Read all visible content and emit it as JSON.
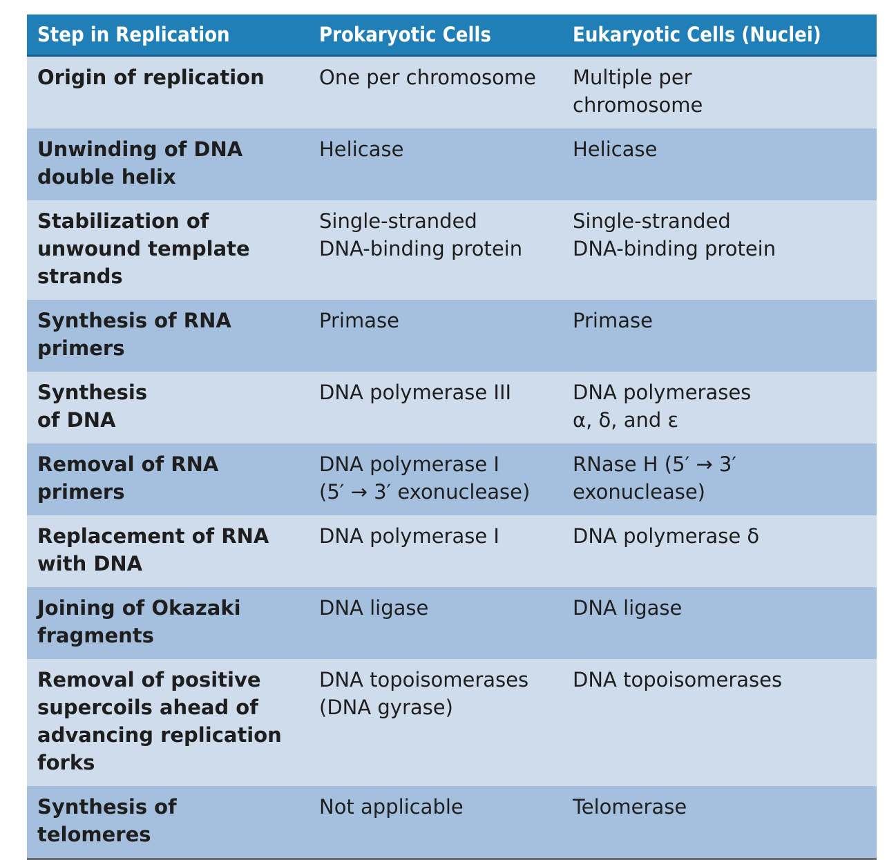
{
  "headers": [
    "Step in Replication",
    "Prokaryotic Cells",
    "Eukaryotic Cells (Nuclei)"
  ],
  "rows": [
    {
      "step": "Origin of replication",
      "prokaryotic": "One per chromosome",
      "eukaryotic": "Multiple per\nchromosome"
    },
    {
      "step": "Unwinding of DNA\ndouble helix",
      "prokaryotic": "Helicase",
      "eukaryotic": "Helicase"
    },
    {
      "step": "Stabilization of\nunwound template\nstrands",
      "prokaryotic": "Single-stranded\nDNA-binding protein",
      "eukaryotic": "Single-stranded\nDNA-binding protein"
    },
    {
      "step": "Synthesis of RNA\nprimers",
      "prokaryotic": "Primase",
      "eukaryotic": "Primase"
    },
    {
      "step": "Synthesis\nof DNA",
      "prokaryotic": "DNA polymerase III",
      "eukaryotic": "DNA polymerases\nα, δ, and ε"
    },
    {
      "step": "Removal of RNA\nprimers",
      "prokaryotic": "DNA polymerase I\n(5′ → 3′ exonuclease)",
      "eukaryotic": "RNase H (5′ → 3′\nexonuclease)"
    },
    {
      "step": "Replacement of RNA\nwith DNA",
      "prokaryotic": "DNA polymerase I",
      "eukaryotic": "DNA polymerase δ"
    },
    {
      "step": "Joining of Okazaki\nfragments",
      "prokaryotic": "DNA ligase",
      "eukaryotic": "DNA ligase"
    },
    {
      "step": "Removal of positive\nsupercoils ahead of\nadvancing replication\nforks",
      "prokaryotic": "DNA topoisomerases\n(DNA gyrase)",
      "eukaryotic": "DNA topoisomerases"
    },
    {
      "step": "Synthesis of\ntelomeres",
      "prokaryotic": "Not applicable",
      "eukaryotic": "Telomerase"
    }
  ],
  "colors": {
    "header_bg": "#1f7fb6",
    "row_light": "#cfdcec",
    "row_dark": "#a5c0de"
  }
}
